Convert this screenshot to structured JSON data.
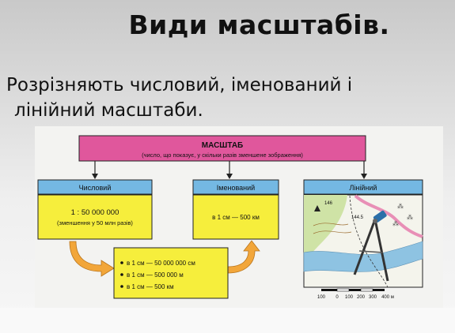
{
  "slide": {
    "title": "Види масштабів.",
    "text_line1": "Розрізняють числовий, іменований і",
    "text_line2": "лінійний масштаби."
  },
  "diagram": {
    "root": {
      "title": "МАСШТАБ",
      "subtitle": "(число, що показує, у скільки разів зменшене зображення)"
    },
    "numeric": {
      "header": "Числовий",
      "value": "1 : 50 000 000",
      "note": "(зменшення у 50 млн разів)"
    },
    "named": {
      "header": "Іменований",
      "value": "в 1 см — 500 км"
    },
    "linear": {
      "header": "Лінійний",
      "elevations": [
        "146",
        "144.5"
      ],
      "scale_ticks": [
        "100",
        "0",
        "100",
        "200",
        "300",
        "400 м"
      ]
    },
    "conversions": [
      "в 1 см — 50 000 000 см",
      "в 1 см — 500 000 м",
      "в 1 см — 500 км"
    ],
    "colors": {
      "root": "#e0579c",
      "header": "#74b8e3",
      "body": "#f6ee3c",
      "arrow": "#f2a63a",
      "map_green": "#cfe3a6",
      "map_water": "#8ec3e2"
    }
  }
}
